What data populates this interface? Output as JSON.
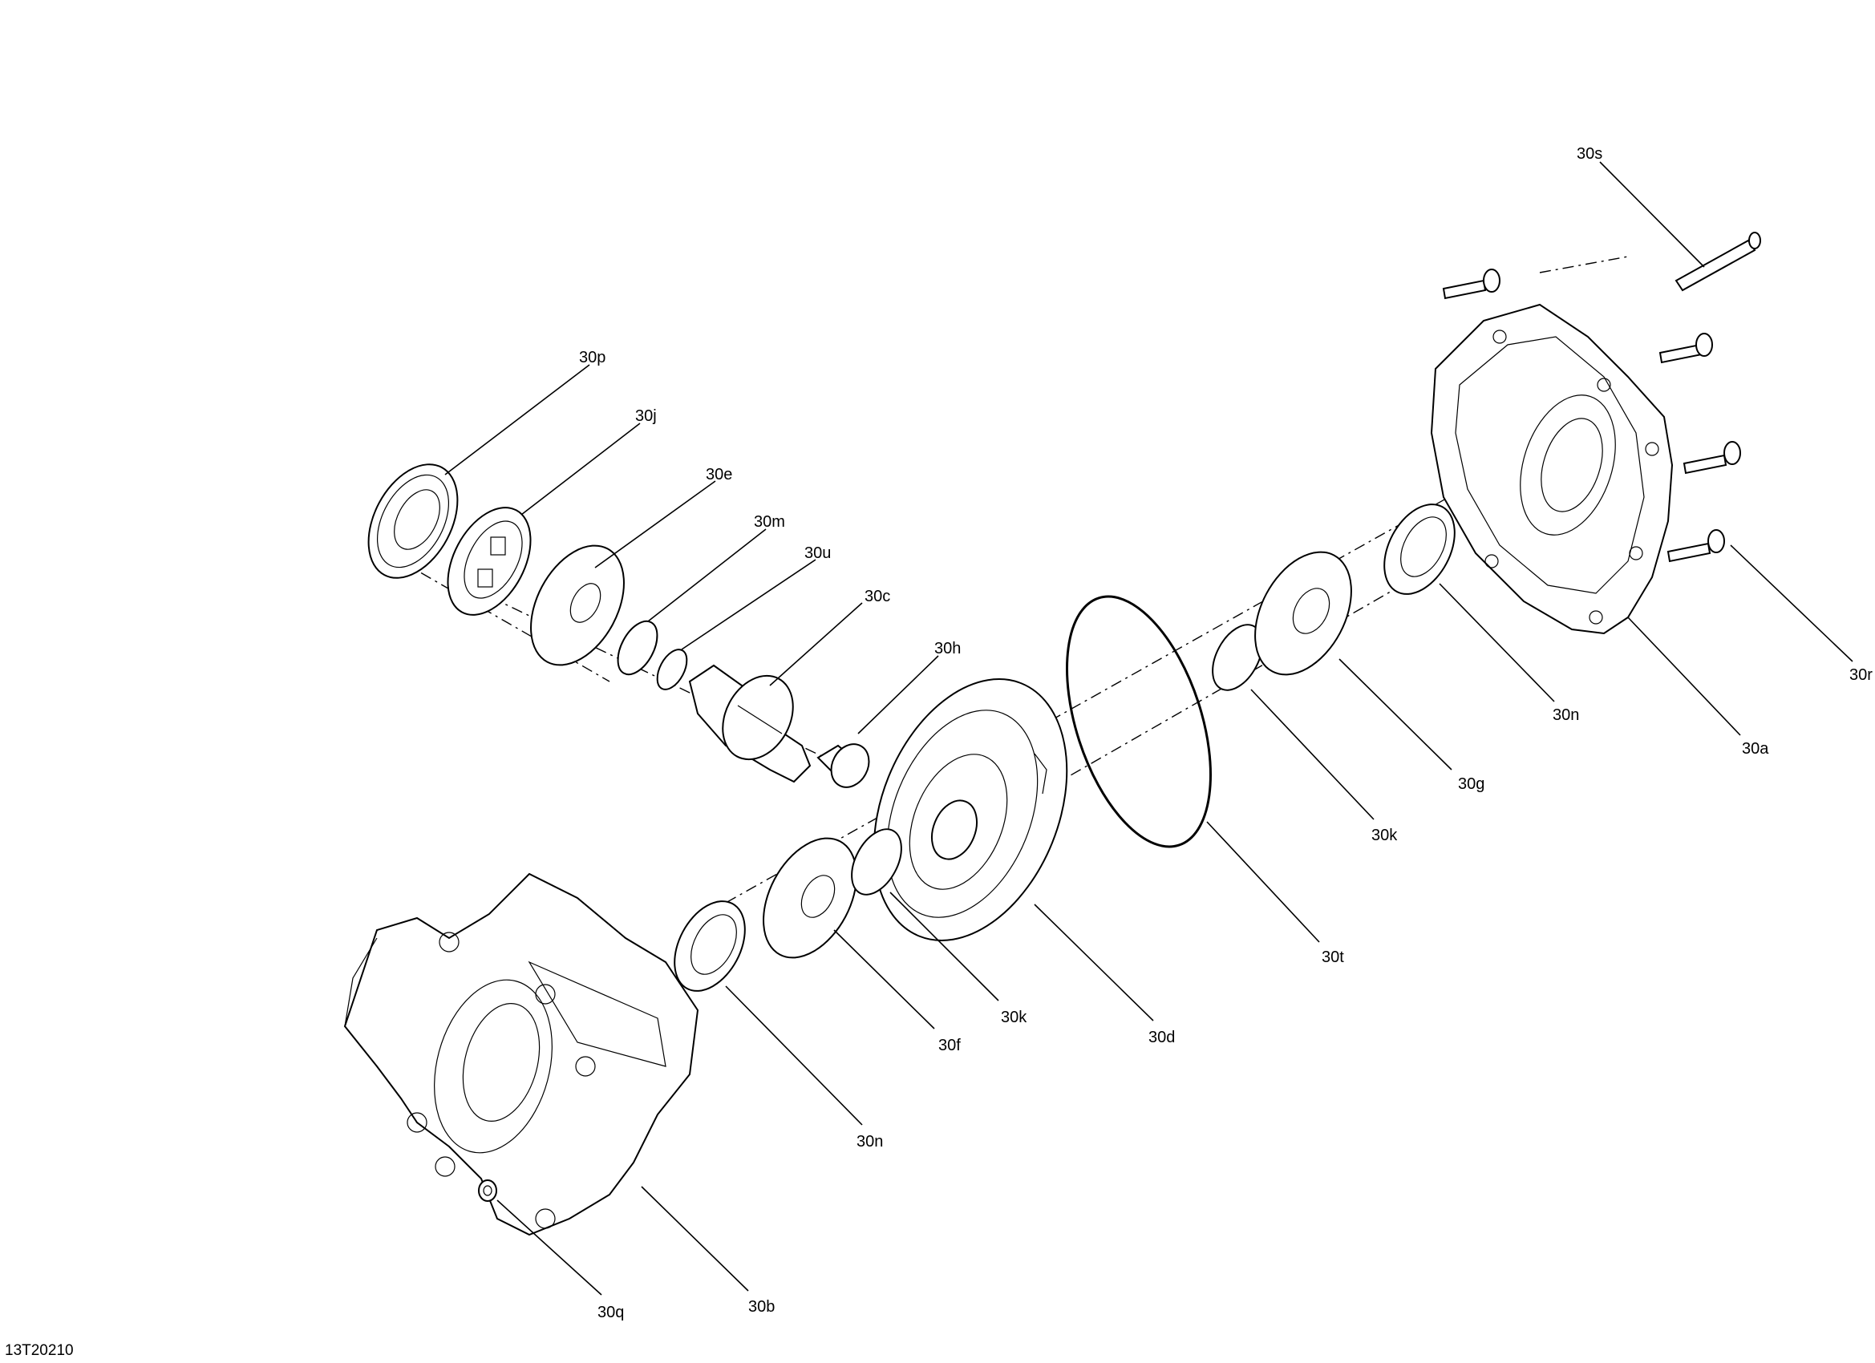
{
  "drawing_ref": "13T20210",
  "labels": {
    "s": "30s",
    "p": "30p",
    "j": "30j",
    "e": "30e",
    "m": "30m",
    "u": "30u",
    "c": "30c",
    "h": "30h",
    "r": "30r",
    "n_right": "30n",
    "a": "30a",
    "g": "30g",
    "k_right": "30k",
    "t": "30t",
    "d": "30d",
    "k_left": "30k",
    "f": "30f",
    "n_left": "30n",
    "q": "30q",
    "b": "30b"
  }
}
